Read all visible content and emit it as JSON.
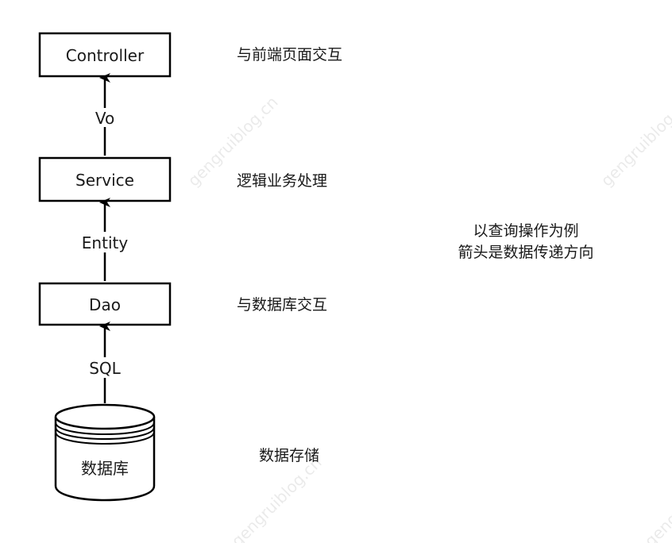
{
  "diagram": {
    "layers": [
      {
        "label": "Controller",
        "note": "与前端页面交互"
      },
      {
        "label": "Service",
        "note": "逻辑业务处理"
      },
      {
        "label": "Dao",
        "note": "与数据库交互"
      },
      {
        "label": "数据库",
        "note": "数据存储"
      }
    ],
    "edges": [
      {
        "label": "Vo"
      },
      {
        "label": "Entity"
      },
      {
        "label": "SQL"
      }
    ],
    "side_note": {
      "line1": "以查询操作为例",
      "line2": "箭头是数据传递方向"
    },
    "watermark": "gengruiblog.cn",
    "colors": {
      "stroke": "#000000",
      "text": "#1a1a1a",
      "background": "#ffffff"
    }
  }
}
